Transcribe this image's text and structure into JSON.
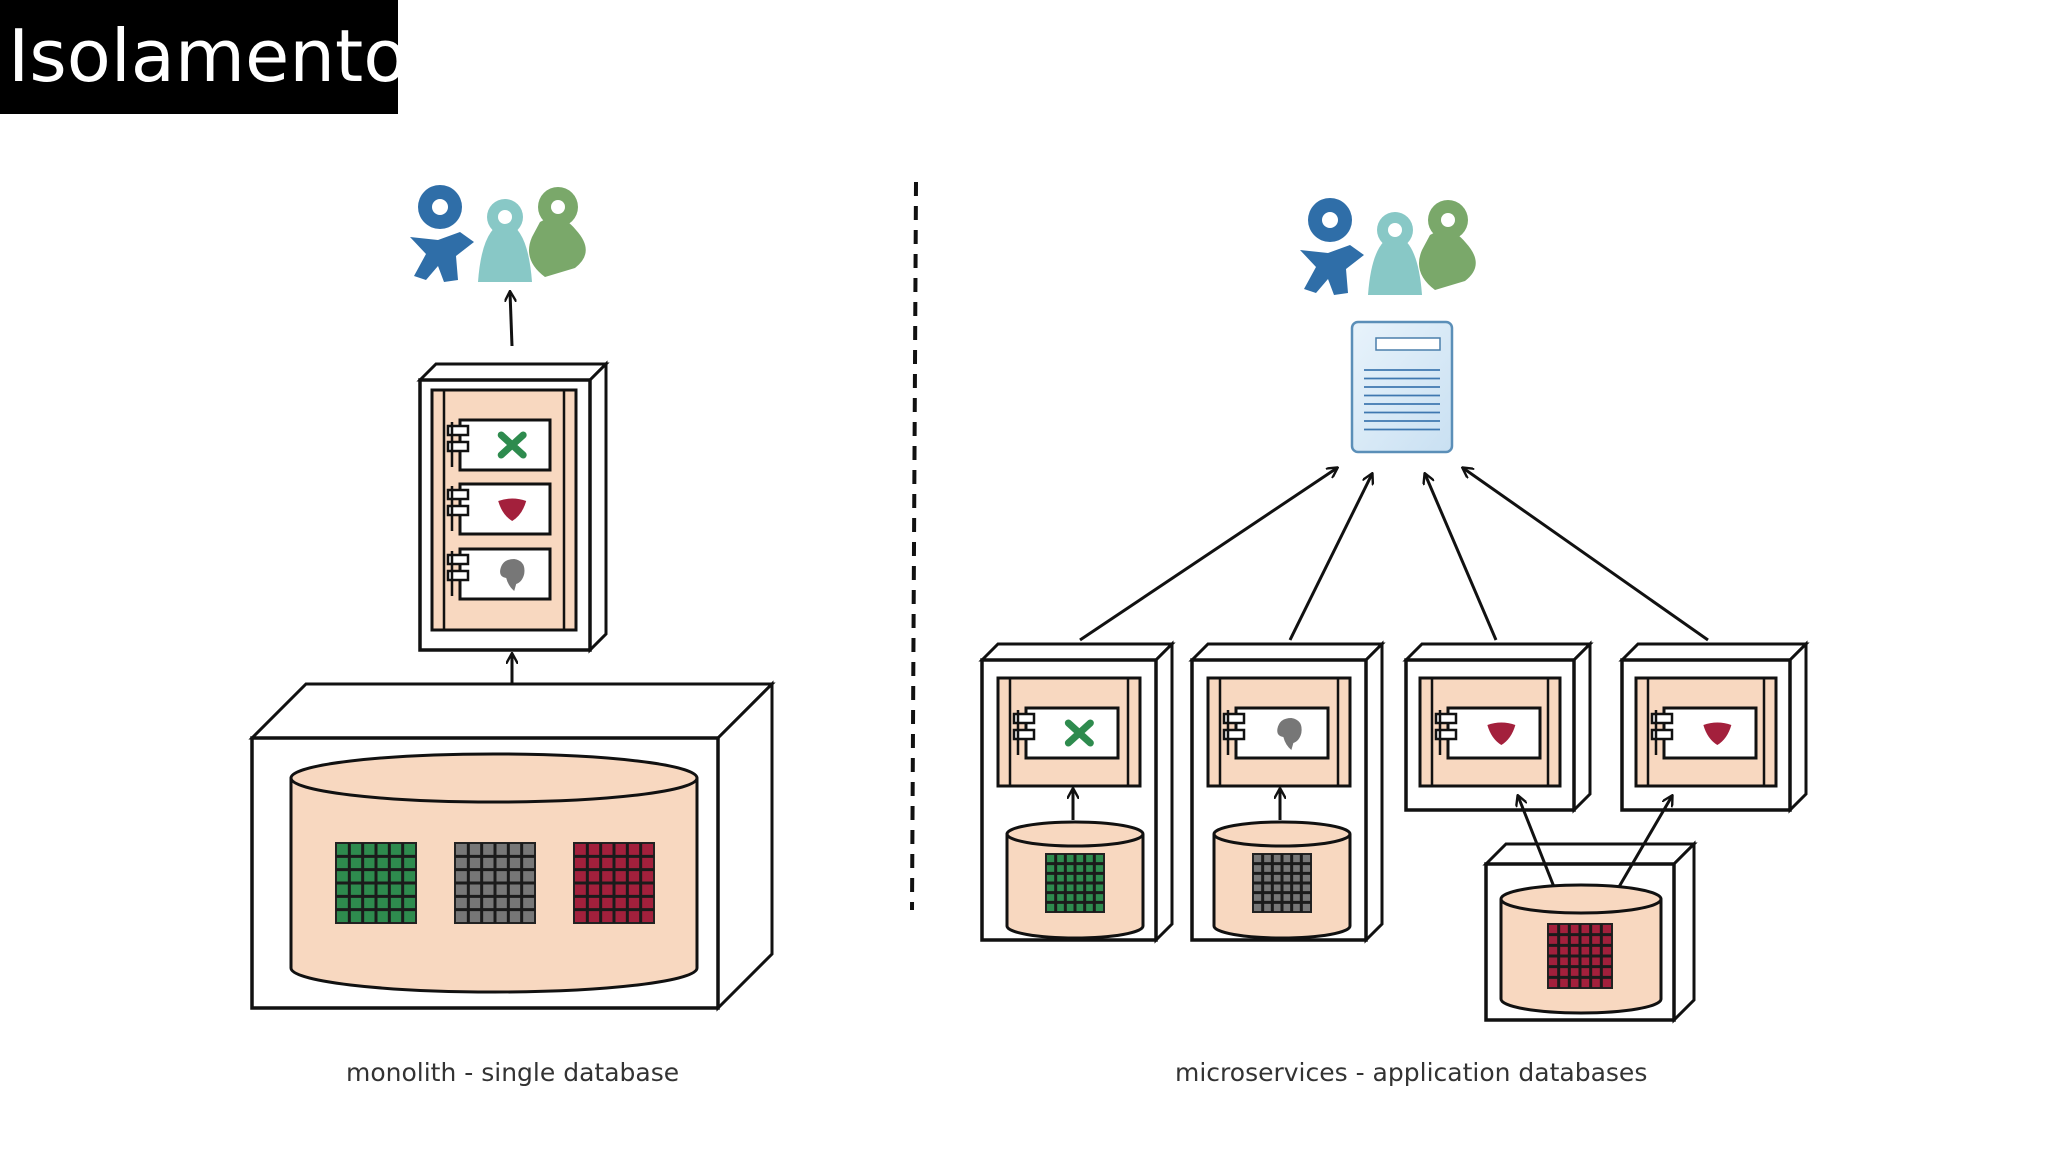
{
  "slide": {
    "title": "Isolamento"
  },
  "captions": {
    "left": "monolith - single database",
    "right": "microservices - application databases"
  },
  "colors": {
    "title_bg": "#000000",
    "peach": "#f8d8c0",
    "green": "#2e8b4e",
    "gray": "#777777",
    "crimson": "#a3203c",
    "user_blue": "#2f6ea8",
    "user_teal": "#88c8c6",
    "user_green": "#7aa86a"
  },
  "icons": {
    "users": "users-icon",
    "gateway": "document-icon",
    "component": "component-icon",
    "database": "database-icon"
  }
}
